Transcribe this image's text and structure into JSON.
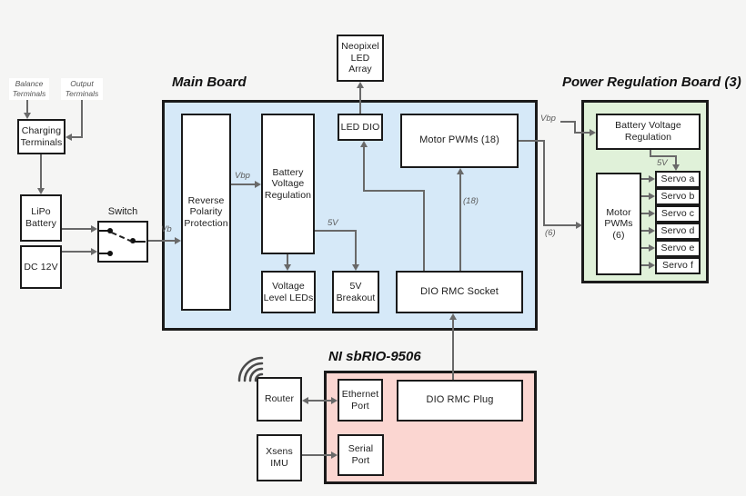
{
  "diagram": {
    "top_labels": {
      "balance": "Balance\nTerminals",
      "output": "Output\nTerminals"
    },
    "power_input": {
      "charging": "Charging\nTerminals",
      "lipo": "LiPo\nBattery",
      "dc": "DC 12V",
      "switch": "Switch"
    },
    "main_board": {
      "title": "Main Board",
      "rpp": "Reverse\nPolarity\nProtection",
      "bvr": "Battery\nVoltage\nRegulation",
      "led_dio": "LED DIO",
      "motor_pwms": "Motor PWMs (18)",
      "vll": "Voltage\nLevel LEDs",
      "breakout": "5V\nBreakout",
      "socket": "DIO RMC Socket",
      "neopixel": "Neopixel\nLED\nArray"
    },
    "power_reg_board": {
      "title": "Power Regulation Board (3)",
      "bvr": "Battery Voltage\nRegulation",
      "motor_pwms": "Motor\nPWMs\n(6)",
      "servos": [
        "Servo a",
        "Servo b",
        "Servo c",
        "Servo d",
        "Servo e",
        "Servo f"
      ]
    },
    "sbrio": {
      "title": "NI sbRIO-9506",
      "ethernet": "Ethernet\nPort",
      "plug": "DIO RMC Plug",
      "serial": "Serial\nPort",
      "router": "Router",
      "imu": "Xsens\nIMU"
    },
    "signal_labels": {
      "vb": "Vb",
      "vbp_main": "Vbp",
      "v5_main": "5V",
      "n18": "(18)",
      "n6": "(6)",
      "vbp_reg": "Vbp",
      "v5_reg": "5V"
    },
    "colors": {
      "main_board_bg": "#d6e9f8",
      "power_reg_board_bg": "#e0f1d9",
      "sbrio_bg": "#fbd6d1",
      "line": "#696969",
      "box_border": "#1a1a1a",
      "background": "#f5f5f4"
    }
  }
}
